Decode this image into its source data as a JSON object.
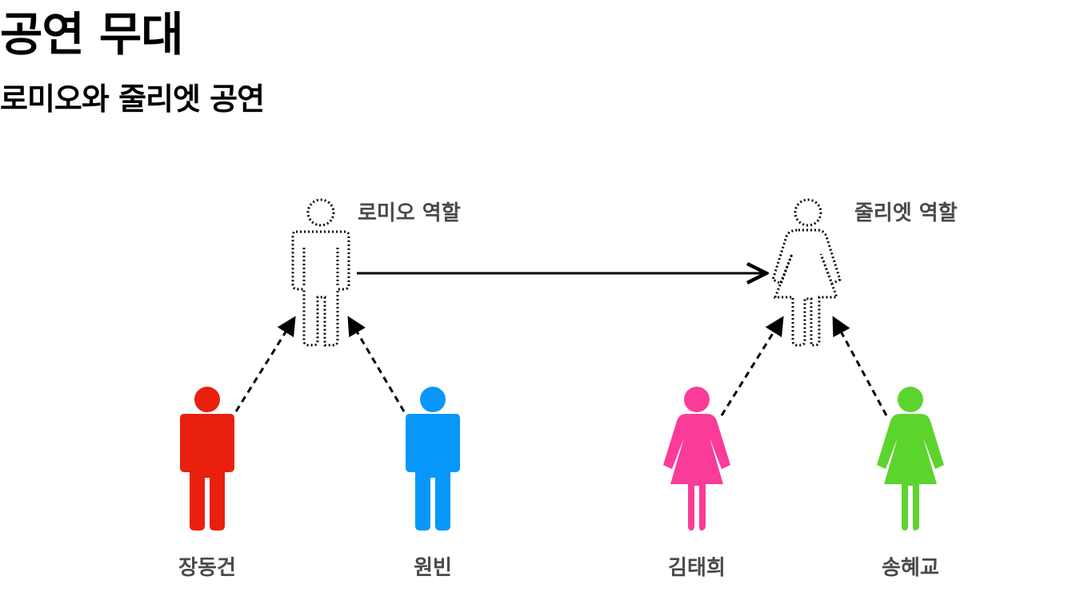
{
  "title": "공연 무대",
  "subtitle": "로미오와 줄리엣 공연",
  "roles": [
    {
      "label": "로미오 역할",
      "figure": "male-figure-icon"
    },
    {
      "label": "줄리엣 역할",
      "figure": "female-figure-icon"
    }
  ],
  "actors": [
    {
      "name": "장동건",
      "color": "#E8200D",
      "figure": "male-figure-icon"
    },
    {
      "name": "원빈",
      "color": "#0797FA",
      "figure": "male-figure-icon"
    },
    {
      "name": "김태희",
      "color": "#FB3B98",
      "figure": "female-figure-icon"
    },
    {
      "name": "송혜교",
      "color": "#5CD42E",
      "figure": "female-figure-icon"
    }
  ]
}
